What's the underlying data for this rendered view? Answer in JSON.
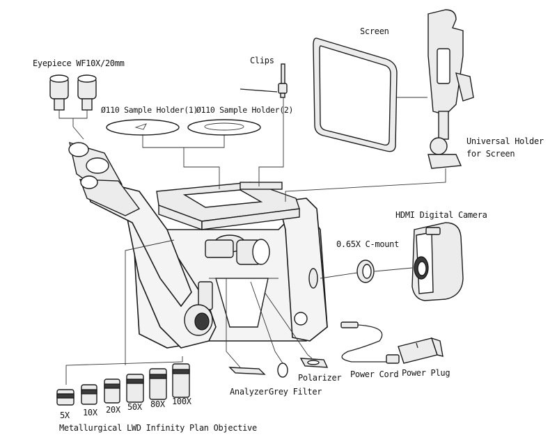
{
  "labels": {
    "eyepiece": "Eyepiece WF10X/20mm",
    "clips": "Clips",
    "screen": "Screen",
    "holder1": "Ø110 Sample Holder(1)",
    "holder2": "Ø110 Sample Holder(2)",
    "universal_holder_1": "Universal Holder",
    "universal_holder_2": "for Screen",
    "hdmi_camera": "HDMI Digital Camera",
    "c_mount": "0.65X C-mount",
    "analyzer": "Analyzer",
    "grey_filter": "Grey Filter",
    "polarizer": "Polarizer",
    "power_cord": "Power Cord",
    "power_plug": "Power Plug",
    "objectives_title": "Metallurgical LWD Infinity Plan Objective"
  },
  "objectives": [
    "5X",
    "10X",
    "20X",
    "50X",
    "80X",
    "100X"
  ]
}
